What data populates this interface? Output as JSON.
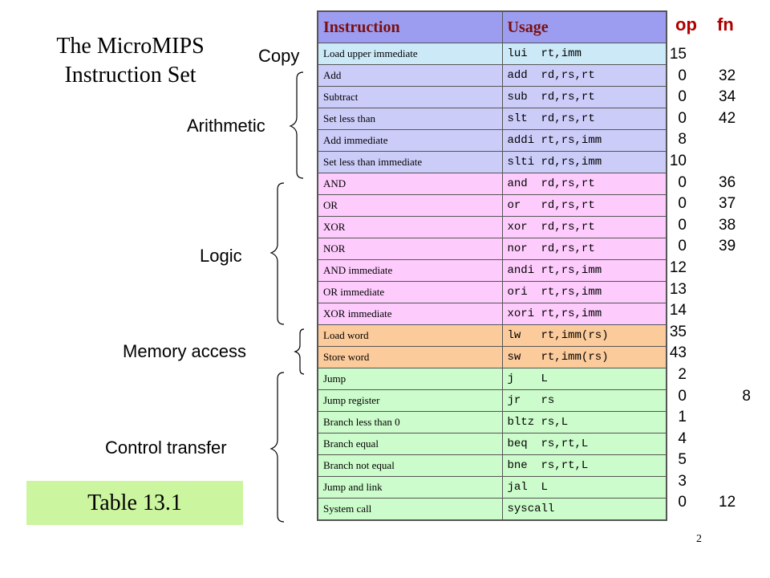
{
  "title_line1": "The MicroMIPS",
  "title_line2": "Instruction Set",
  "groups": {
    "copy": "Copy",
    "arithmetic": "Arithmetic",
    "logic": "Logic",
    "memory": "Memory access",
    "control": "Control transfer"
  },
  "table_label": "Table 13.1",
  "headers": {
    "instruction": "Instruction",
    "usage": "Usage",
    "op": "op",
    "fn": "fn"
  },
  "colors": {
    "copy": "#cce9f8",
    "arithmetic": "#ccccf9",
    "logic": "#fdccfc",
    "memory": "#fbcb9c",
    "control": "#ccfccb",
    "header": "#9c9cf0",
    "badge": "#ccf5a0"
  },
  "rows": [
    {
      "name": "Load upper immediate",
      "usage": "lui  rt,imm",
      "op": "15",
      "fn": "",
      "group": "copy"
    },
    {
      "name": "Add",
      "usage": "add  rd,rs,rt",
      "op": "0",
      "fn": "32",
      "group": "arithmetic"
    },
    {
      "name": "Subtract",
      "usage": "sub  rd,rs,rt",
      "op": "0",
      "fn": "34",
      "group": "arithmetic"
    },
    {
      "name": "Set less than",
      "usage": "slt  rd,rs,rt",
      "op": "0",
      "fn": "42",
      "group": "arithmetic"
    },
    {
      "name": "Add immediate",
      "usage": "addi rt,rs,imm",
      "op": "8",
      "fn": "",
      "group": "arithmetic"
    },
    {
      "name": "Set less than immediate",
      "usage": "slti rd,rs,imm",
      "op": "10",
      "fn": "",
      "group": "arithmetic"
    },
    {
      "name": "AND",
      "usage": "and  rd,rs,rt",
      "op": "0",
      "fn": "36",
      "group": "logic"
    },
    {
      "name": "OR",
      "usage": "or   rd,rs,rt",
      "op": "0",
      "fn": "37",
      "group": "logic"
    },
    {
      "name": "XOR",
      "usage": "xor  rd,rs,rt",
      "op": "0",
      "fn": "38",
      "group": "logic"
    },
    {
      "name": "NOR",
      "usage": "nor  rd,rs,rt",
      "op": "0",
      "fn": "39",
      "group": "logic"
    },
    {
      "name": "AND immediate",
      "usage": "andi rt,rs,imm",
      "op": "12",
      "fn": "",
      "group": "logic"
    },
    {
      "name": "OR immediate",
      "usage": "ori  rt,rs,imm",
      "op": "13",
      "fn": "",
      "group": "logic"
    },
    {
      "name": "XOR immediate",
      "usage": "xori rt,rs,imm",
      "op": "14",
      "fn": "",
      "group": "logic"
    },
    {
      "name": "Load word",
      "usage": "lw   rt,imm(rs)",
      "op": "35",
      "fn": "",
      "group": "memory"
    },
    {
      "name": "Store word",
      "usage": "sw   rt,imm(rs)",
      "op": "43",
      "fn": "",
      "group": "memory"
    },
    {
      "name": "Jump",
      "usage": "j    L",
      "op": "2",
      "fn": "",
      "group": "control"
    },
    {
      "name": "Jump register",
      "usage": "jr   rs",
      "op": "0",
      "fn": "8",
      "group": "control"
    },
    {
      "name": "Branch less than 0",
      "usage": "bltz rs,L",
      "op": "1",
      "fn": "",
      "group": "control"
    },
    {
      "name": "Branch equal",
      "usage": "beq  rs,rt,L",
      "op": "4",
      "fn": "",
      "group": "control"
    },
    {
      "name": "Branch not equal",
      "usage": "bne  rs,rt,L",
      "op": "5",
      "fn": "",
      "group": "control"
    },
    {
      "name": "Jump and link",
      "usage": "jal  L",
      "op": "3",
      "fn": "",
      "group": "control"
    },
    {
      "name": "System call",
      "usage": "syscall",
      "op": "0",
      "fn": "12",
      "group": "control"
    }
  ],
  "page_number": "2"
}
